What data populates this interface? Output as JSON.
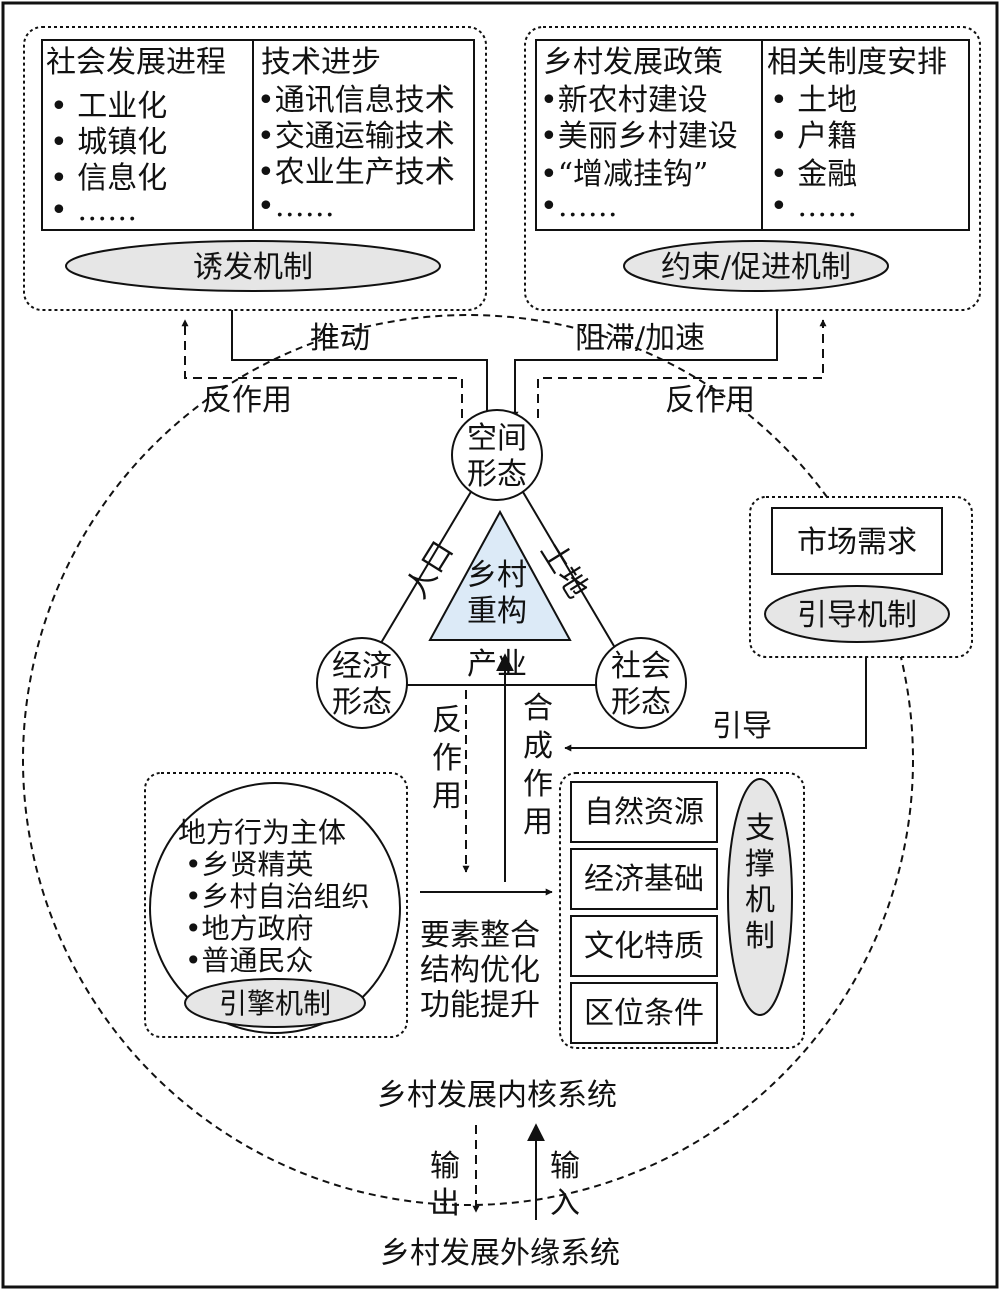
{
  "top_left": {
    "col1": {
      "title": "社会发展进程",
      "items": [
        "• 工业化",
        "• 城镇化",
        "• 信息化",
        "• ……"
      ]
    },
    "col2": {
      "title": "技术进步",
      "items": [
        "•通讯信息技术",
        "•交通运输技术",
        "•农业生产技术",
        "•……"
      ]
    },
    "mechanism": "诱发机制"
  },
  "top_right": {
    "col1": {
      "title": "乡村发展政策",
      "items": [
        "•新农村建设",
        "•美丽乡村建设",
        "•“增减挂钩”",
        "•……"
      ]
    },
    "col2": {
      "title": "相关制度安排",
      "items": [
        "• 土地",
        "• 户籍",
        "• 金融",
        "• ……"
      ]
    },
    "mechanism": "约束/促进机制"
  },
  "arrows": {
    "push": "推动",
    "hinder": "阻滞/加速",
    "feedback_left": "反作用",
    "feedback_right": "反作用",
    "guide": "引导",
    "feedback_center": [
      "反",
      "作",
      "用"
    ],
    "synthesis": [
      "合",
      "成",
      "作",
      "用"
    ],
    "output": [
      "输",
      "出"
    ],
    "input": [
      "输",
      "入"
    ]
  },
  "triangle": {
    "top_node": [
      "空间",
      "形态"
    ],
    "left_node": [
      "经济",
      "形态"
    ],
    "right_node": [
      "社会",
      "形态"
    ],
    "center": [
      "乡村",
      "重构"
    ],
    "edge_left": "人口",
    "edge_right": "土地",
    "edge_bottom": "产业",
    "center_fill": "#dceaf7"
  },
  "market": {
    "label": "市场需求",
    "mechanism": "引导机制"
  },
  "actors": {
    "title": "地方行为主体",
    "items": [
      "•乡贤精英",
      "•乡村自治组织",
      "•地方政府",
      "•普通民众"
    ],
    "mechanism": "引擎机制"
  },
  "integration": [
    "要素整合",
    "结构优化",
    "功能提升"
  ],
  "support": {
    "items": [
      "自然资源",
      "经济基础",
      "文化特质",
      "区位条件"
    ],
    "mechanism": [
      "支",
      "撑",
      "机",
      "制"
    ]
  },
  "inner_system": "乡村发展内核系统",
  "outer_system": "乡村发展外缘系统"
}
